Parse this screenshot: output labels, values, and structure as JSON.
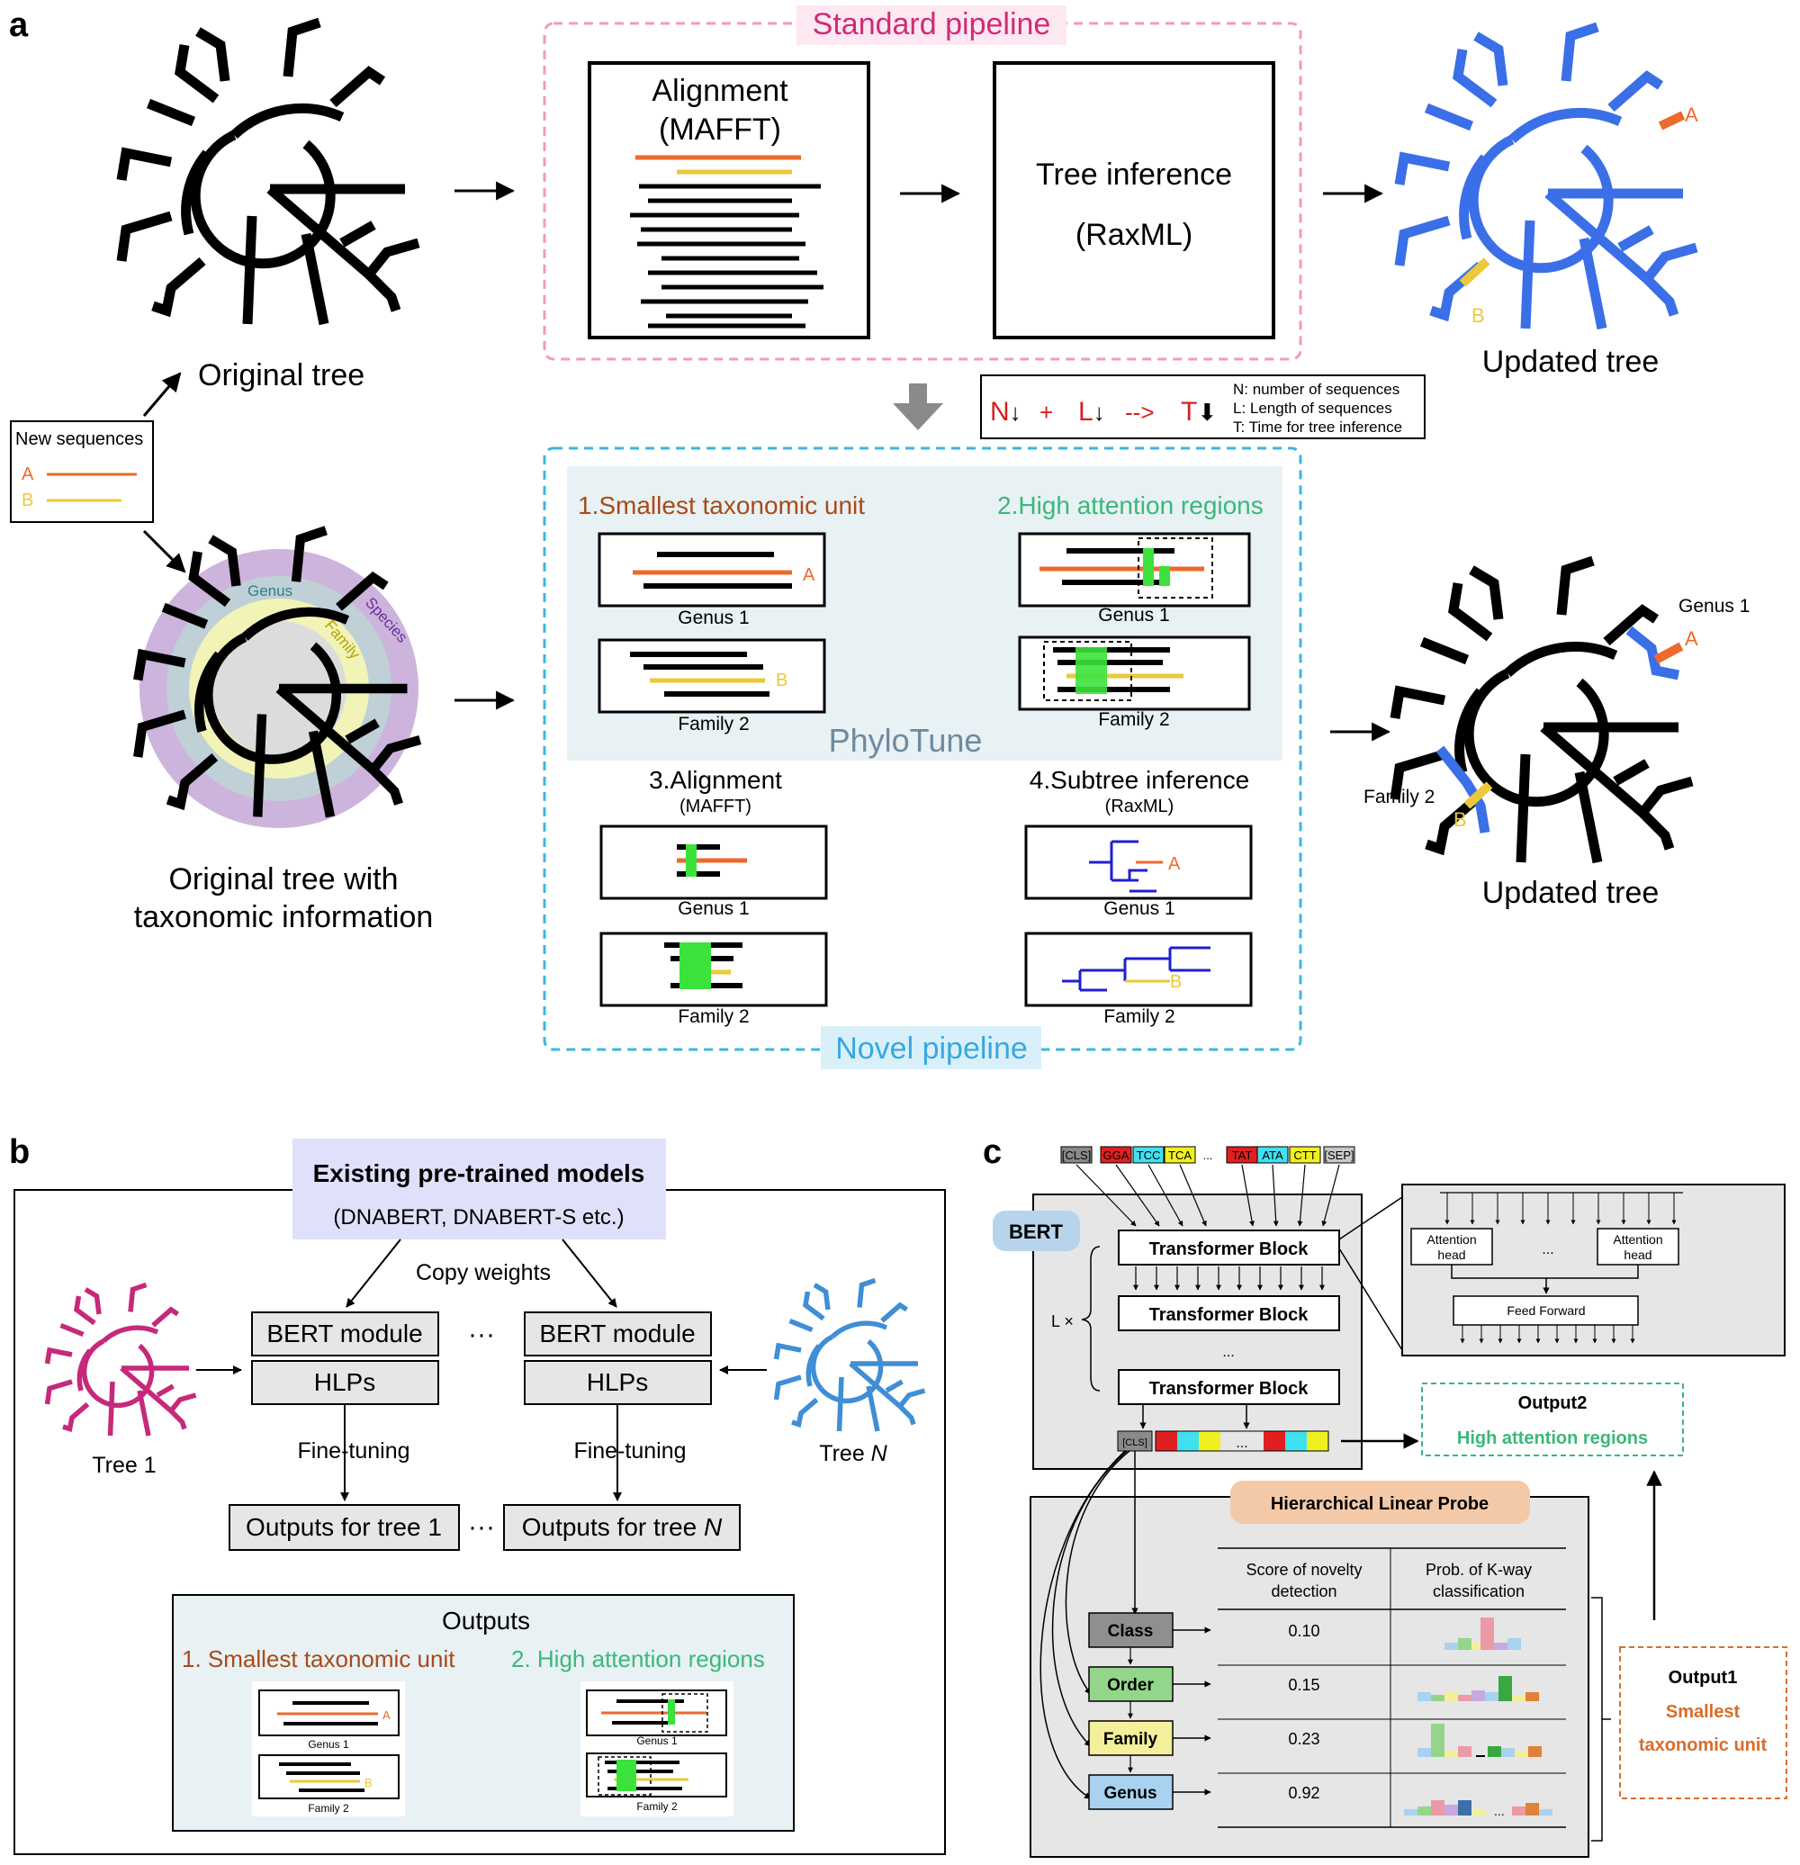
{
  "panel_a": {
    "label": "a",
    "standard_pipeline": {
      "title": "Standard pipeline",
      "alignment_title": "Alignment",
      "alignment_tool": "(MAFFT)",
      "tree_title": "Tree inference",
      "tree_tool": "(RaxML)"
    },
    "original_tree_label": "Original tree",
    "updated_tree_label": "Updated tree",
    "new_sequences": {
      "title": "New sequences",
      "a": "A",
      "b": "B"
    },
    "taxonomy_ring": {
      "genus": "Genus",
      "species": "Species",
      "family": "Family"
    },
    "original_tax_label_1": "Original tree with",
    "original_tax_label_2": "taxonomic information",
    "formula": {
      "n": "N",
      "down": "↓",
      "plus": "+",
      "l": "L",
      "arrow": "-->",
      "t": "T",
      "bold_down": "⬇",
      "legend": [
        "N: number of sequences",
        "L: Length of sequences",
        "T: Time for tree inference"
      ]
    },
    "novel_pipeline": {
      "title": "Novel pipeline",
      "phylotune": "PhyloTune",
      "step1": "1.Smallest taxonomic unit",
      "step2": "2.High attention regions",
      "step3": "3.Alignment",
      "step3_tool": "(MAFFT)",
      "step4": "4.Subtree inference",
      "step4_tool": "(RaxML)",
      "genus1": "Genus 1",
      "family2": "Family 2"
    },
    "updated_tree_2": {
      "genus": "Genus 1",
      "family": "Family 2"
    }
  },
  "panel_b": {
    "label": "b",
    "pretrained_title": "Existing pre-trained models",
    "pretrained_sub": "(DNABERT, DNABERT-S etc.)",
    "copy_weights": "Copy weights",
    "bert_module": "BERT module",
    "hlps": "HLPs",
    "ellipsis": "···",
    "fine_tuning": "Fine-tuning",
    "tree1": "Tree 1",
    "treeN_prefix": "Tree ",
    "treeN_suffix": "N",
    "outputs_tree1": "Outputs for tree 1",
    "outputs_treeN_prefix": "Outputs for tree ",
    "outputs_treeN_suffix": "N",
    "outputs_title": "Outputs",
    "out1": "1. Smallest taxonomic unit",
    "out2": "2. High attention regions",
    "genus1": "Genus 1",
    "family2": "Family 2"
  },
  "panel_c": {
    "label": "c",
    "tokens": [
      "[CLS]",
      "GGA",
      "TCC",
      "TCA",
      "...",
      "TAT",
      "ATA",
      "CTT",
      "[SEP]"
    ],
    "token_colors": [
      "#8a8a8a",
      "#e02020",
      "#40e0f0",
      "#f0f020",
      "",
      "#e02020",
      "#40e0f0",
      "#f0f020",
      "#c8c8c8"
    ],
    "bert": "BERT",
    "transformer_block": "Transformer Block",
    "l_times": "L ×",
    "dots": "...",
    "attention_head": [
      "Attention",
      "head"
    ],
    "feed_forward": "Feed Forward",
    "cls": "[CLS]",
    "output2_title": "Output2",
    "output2_sub": "High attention regions",
    "hlp_title": "Hierarchical Linear Probe",
    "col1": [
      "Score of novelty",
      "detection"
    ],
    "col2": [
      "Prob. of K-way",
      "classification"
    ],
    "levels": [
      "Class",
      "Order",
      "Family",
      "Genus"
    ],
    "level_colors": [
      "#8f8f8f",
      "#93d68a",
      "#f3ef9a",
      "#a9d2f0"
    ],
    "scores": [
      "0.10",
      "0.15",
      "0.23",
      "0.92"
    ],
    "output1_title": "Output1",
    "output1_sub1": "Smallest",
    "output1_sub2": "taxonomic unit"
  }
}
